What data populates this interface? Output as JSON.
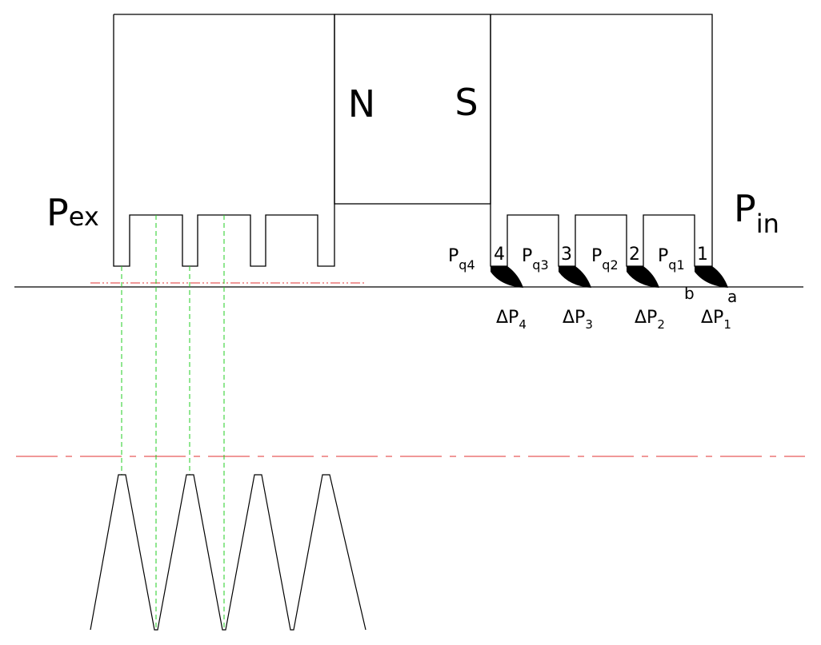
{
  "magnet": {
    "north": "N",
    "south": "S"
  },
  "pressure_exhaust": {
    "base": "P",
    "sub": "ex"
  },
  "pressure_inlet": {
    "base": "P",
    "sub": "in"
  },
  "stage_numbers": [
    "4",
    "3",
    "2",
    "1"
  ],
  "stage_pressures": [
    {
      "base": "P",
      "sub": "q4"
    },
    {
      "base": "P",
      "sub": "q3"
    },
    {
      "base": "P",
      "sub": "q2"
    },
    {
      "base": "P",
      "sub": "q1"
    }
  ],
  "pressure_drops": [
    {
      "base": "ΔP",
      "sub": "4"
    },
    {
      "base": "ΔP",
      "sub": "3"
    },
    {
      "base": "ΔP",
      "sub": "2"
    },
    {
      "base": "ΔP",
      "sub": "1"
    }
  ],
  "seal_points": {
    "a": "a",
    "b": "b"
  },
  "colors": {
    "outline": "#000000",
    "projection": "#22cc22",
    "centerline": "#e03030"
  }
}
